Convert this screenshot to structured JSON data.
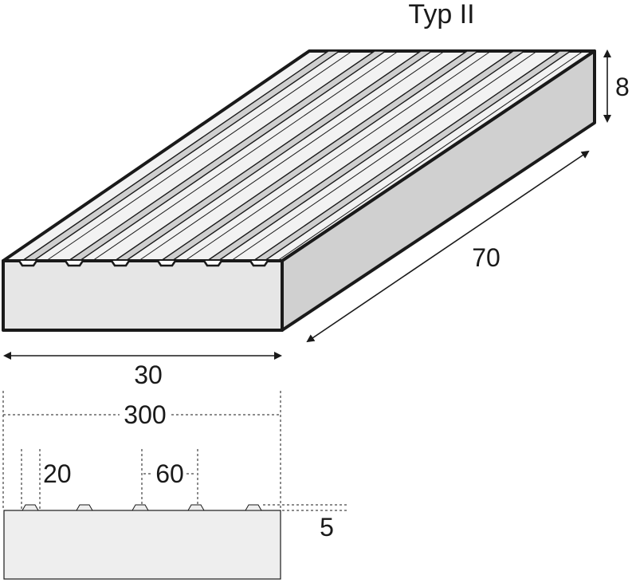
{
  "title": "Typ II",
  "dimensions": {
    "width": "30",
    "length": "70",
    "height": "8"
  },
  "profile": {
    "total_width": "300",
    "rib_width": "20",
    "rib_spacing": "60",
    "rib_height": "5"
  },
  "colors": {
    "outline": "#1a1a1a",
    "front_face": "#e6e6e6",
    "side_face": "#d0d0d0",
    "top_light": "#f2f2f2",
    "top_groove": "#cfcfcf",
    "profile_fill": "#eeeeee"
  }
}
